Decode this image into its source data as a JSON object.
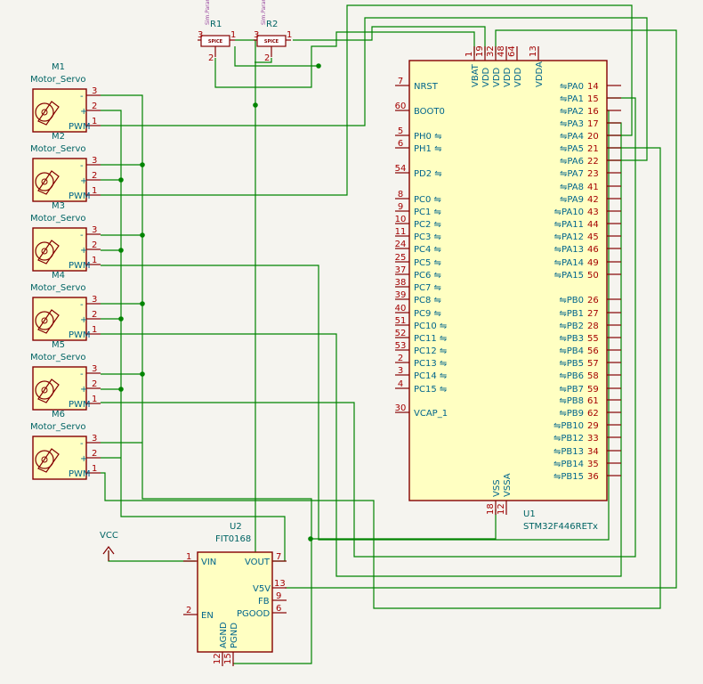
{
  "mcu": {
    "ref": "U1",
    "value": "STM32F446RETx",
    "left_pins": [
      {
        "num": "7",
        "name": "NRST",
        "io": false
      },
      {
        "num": "60",
        "name": "BOOT0",
        "io": false
      },
      {
        "num": "5",
        "name": "PH0",
        "io": true
      },
      {
        "num": "6",
        "name": "PH1",
        "io": true
      },
      {
        "num": "54",
        "name": "PD2",
        "io": true
      },
      {
        "num": "8",
        "name": "PC0",
        "io": true
      },
      {
        "num": "9",
        "name": "PC1",
        "io": true
      },
      {
        "num": "10",
        "name": "PC2",
        "io": true
      },
      {
        "num": "11",
        "name": "PC3",
        "io": true
      },
      {
        "num": "24",
        "name": "PC4",
        "io": true
      },
      {
        "num": "25",
        "name": "PC5",
        "io": true
      },
      {
        "num": "37",
        "name": "PC6",
        "io": true
      },
      {
        "num": "38",
        "name": "PC7",
        "io": true
      },
      {
        "num": "39",
        "name": "PC8",
        "io": true
      },
      {
        "num": "40",
        "name": "PC9",
        "io": true
      },
      {
        "num": "51",
        "name": "PC10",
        "io": true
      },
      {
        "num": "52",
        "name": "PC11",
        "io": true
      },
      {
        "num": "53",
        "name": "PC12",
        "io": true
      },
      {
        "num": "2",
        "name": "PC13",
        "io": true
      },
      {
        "num": "3",
        "name": "PC14",
        "io": true
      },
      {
        "num": "4",
        "name": "PC15",
        "io": true
      },
      {
        "num": "30",
        "name": "VCAP_1",
        "io": false
      }
    ],
    "right_pins": [
      {
        "num": "14",
        "name": "PA0"
      },
      {
        "num": "15",
        "name": "PA1"
      },
      {
        "num": "16",
        "name": "PA2"
      },
      {
        "num": "17",
        "name": "PA3"
      },
      {
        "num": "20",
        "name": "PA4"
      },
      {
        "num": "21",
        "name": "PA5"
      },
      {
        "num": "22",
        "name": "PA6"
      },
      {
        "num": "23",
        "name": "PA7"
      },
      {
        "num": "41",
        "name": "PA8"
      },
      {
        "num": "42",
        "name": "PA9"
      },
      {
        "num": "43",
        "name": "PA10"
      },
      {
        "num": "44",
        "name": "PA11"
      },
      {
        "num": "45",
        "name": "PA12"
      },
      {
        "num": "46",
        "name": "PA13"
      },
      {
        "num": "49",
        "name": "PA14"
      },
      {
        "num": "50",
        "name": "PA15"
      },
      {
        "num": "26",
        "name": "PB0"
      },
      {
        "num": "27",
        "name": "PB1"
      },
      {
        "num": "28",
        "name": "PB2"
      },
      {
        "num": "55",
        "name": "PB3"
      },
      {
        "num": "56",
        "name": "PB4"
      },
      {
        "num": "57",
        "name": "PB5"
      },
      {
        "num": "58",
        "name": "PB6"
      },
      {
        "num": "59",
        "name": "PB7"
      },
      {
        "num": "61",
        "name": "PB8"
      },
      {
        "num": "62",
        "name": "PB9"
      },
      {
        "num": "29",
        "name": "PB10"
      },
      {
        "num": "33",
        "name": "PB12"
      },
      {
        "num": "34",
        "name": "PB13"
      },
      {
        "num": "35",
        "name": "PB14"
      },
      {
        "num": "36",
        "name": "PB15"
      }
    ],
    "top_pins": [
      {
        "num": "1",
        "name": "VBAT"
      },
      {
        "num": "19",
        "name": "VDD"
      },
      {
        "num": "32",
        "name": "VDD"
      },
      {
        "num": "48",
        "name": "VDD"
      },
      {
        "num": "64",
        "name": "VDD"
      },
      {
        "num": "13",
        "name": "VDDA"
      }
    ],
    "bottom_pins": [
      {
        "num": "18",
        "name": "VSS"
      },
      {
        "num": "12",
        "name": "VSSA"
      }
    ]
  },
  "servos": [
    {
      "ref": "M1",
      "value": "Motor_Servo"
    },
    {
      "ref": "M2",
      "value": "Motor_Servo"
    },
    {
      "ref": "M3",
      "value": "Motor_Servo"
    },
    {
      "ref": "M4",
      "value": "Motor_Servo"
    },
    {
      "ref": "M5",
      "value": "Motor_Servo"
    },
    {
      "ref": "M6",
      "value": "Motor_Servo"
    }
  ],
  "servo_pins": {
    "pwm": "PWM",
    "plus": "+",
    "minus": "-",
    "n3": "3",
    "n2": "2",
    "n1": "1"
  },
  "pots": [
    {
      "ref": "R1",
      "body": "SPICE",
      "param": "Sim.Params:",
      "pin_top": "3",
      "pin_right": "1",
      "pin_bottom": "2"
    },
    {
      "ref": "R2",
      "body": "SPICE",
      "param": "Sim.Params:",
      "pin_top": "3",
      "pin_right": "1",
      "pin_bottom": "2"
    }
  ],
  "regulator": {
    "ref": "U2",
    "value": "FIT0168",
    "pins": {
      "vin": {
        "num": "1",
        "name": "VIN"
      },
      "en": {
        "num": "2",
        "name": "EN"
      },
      "vout": {
        "num": "7",
        "name": "VOUT"
      },
      "v5v": {
        "num": "13",
        "name": "V5V"
      },
      "fb": {
        "num": "9",
        "name": "FB"
      },
      "pgood": {
        "num": "6",
        "name": "PGOOD"
      },
      "agnd": {
        "num": "12",
        "name": "AGND"
      },
      "pgnd": {
        "num": "15",
        "name": "PGND"
      }
    }
  },
  "power": {
    "vcc_label": "VCC"
  },
  "colors": {
    "wire": "#008400",
    "body_fill": "#ffffc2",
    "body_stroke": "#840000",
    "pin_name": "#00658c",
    "pin_num": "#a40000",
    "ref": "#006464"
  }
}
